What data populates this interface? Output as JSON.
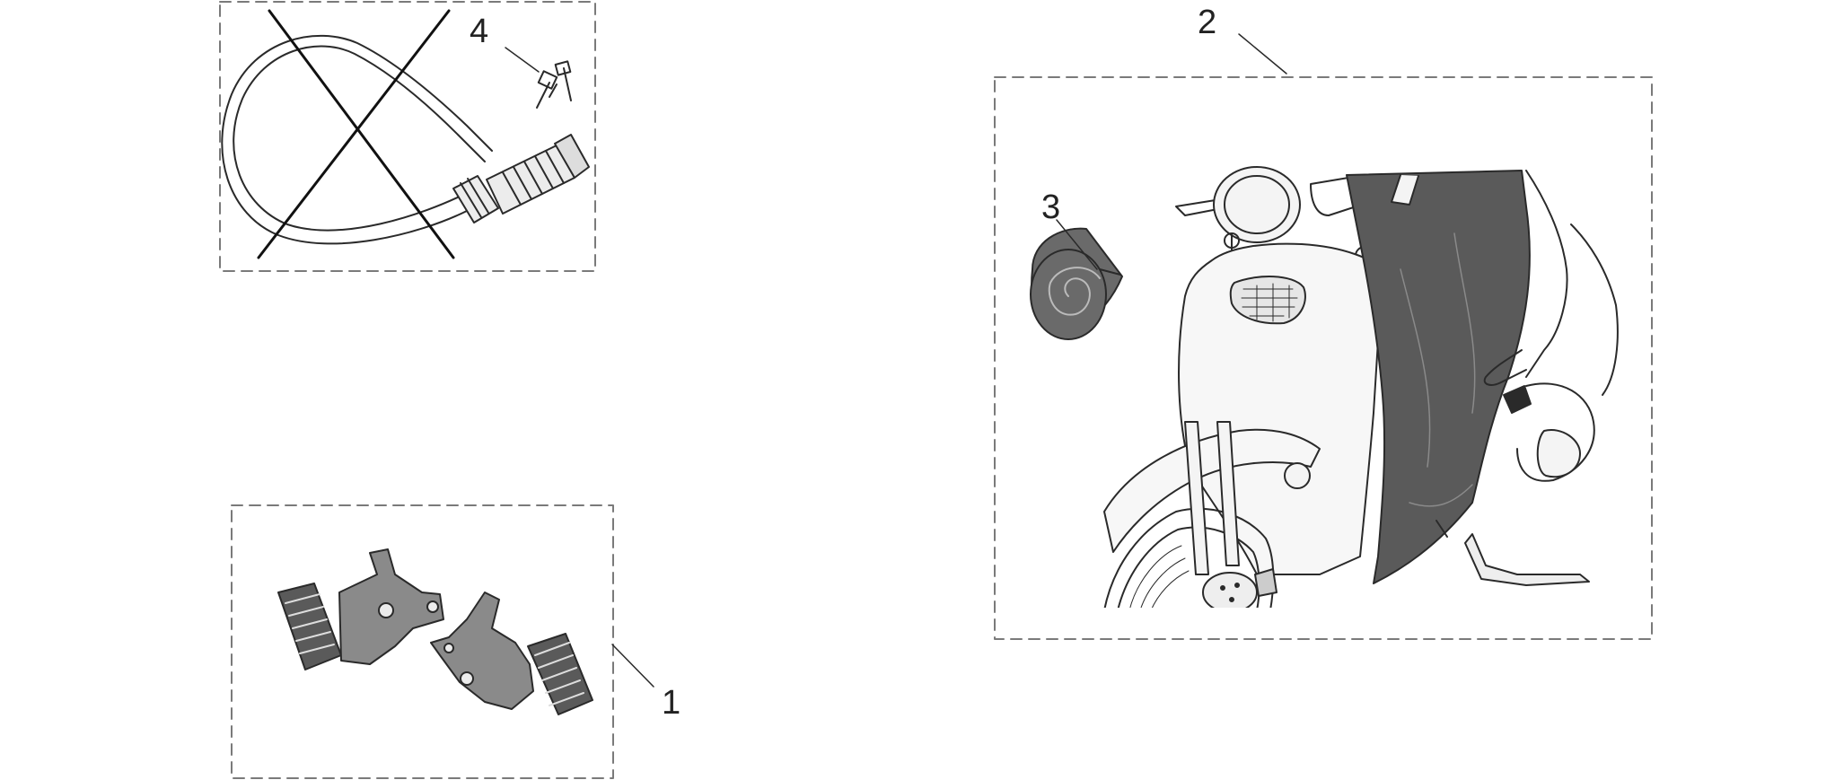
{
  "callouts": {
    "footrests": "1",
    "leg_cover_kit": "2",
    "adhesive_tape": "3",
    "keys": "4"
  },
  "colors": {
    "line": "#2a2a2a",
    "dashed_frame": "#7a7a7a",
    "dark_fill": "#5a5a5a",
    "light_fill": "#f4f4f4",
    "lock_fill": "#ececec"
  },
  "icons": {
    "cable_lock": "cable-lock-crossed-icon",
    "keys": "keys-icon",
    "footrests": "folding-footrests-icon",
    "tape_roll": "tape-roll-icon",
    "scooter": "scooter-with-leg-cover-icon"
  }
}
